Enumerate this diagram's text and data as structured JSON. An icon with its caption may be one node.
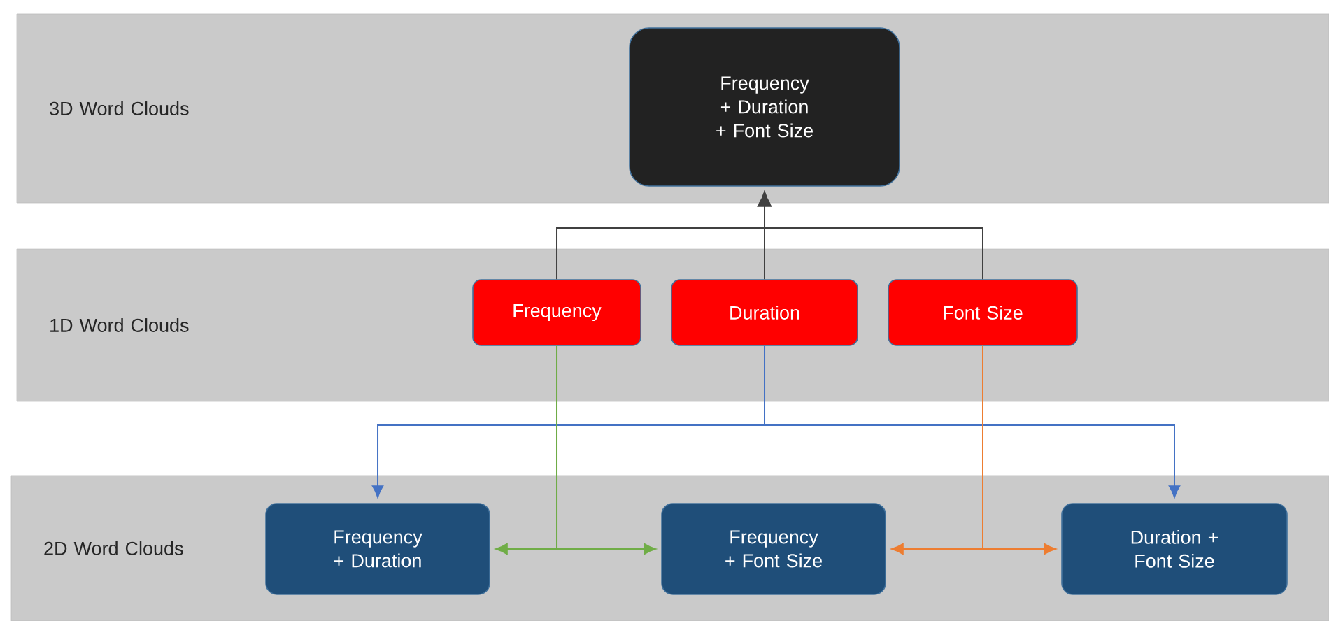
{
  "diagram": {
    "nodes": [
      {
        "text": [
          "3D Word Clouds"
        ]
      },
      {
        "text": [
          "Frequency + Duration + Font Size"
        ],
        "in": 0
      },
      {
        "text": [
          "1D Word Clouds"
        ]
      },
      {
        "text": [
          "Frequency"
        ],
        "in": 2
      },
      {
        "text": [
          "Duration"
        ],
        "in": 2
      },
      {
        "text": [
          "Font Size"
        ],
        "in": 2
      },
      {
        "text": [
          "2D Word Clouds"
        ]
      },
      {
        "text": [
          "Frequency + Duration"
        ],
        "in": 6
      },
      {
        "text": [
          "Frequency + Font Size"
        ],
        "in": 6
      },
      {
        "text": [
          "Duration + Font Size"
        ],
        "in": 6
      }
    ],
    "edges": [
      {
        "from": 3,
        "to": 1,
        "arrow": "to"
      },
      {
        "from": 4,
        "to": 1,
        "arrow": "to"
      },
      {
        "from": 5,
        "to": 1,
        "arrow": "to"
      },
      {
        "from": 4,
        "to": 7,
        "arrow": "to",
        "color": "#4472c4"
      },
      {
        "from": 4,
        "to": 9,
        "arrow": "to",
        "color": "#4472c4"
      },
      {
        "from": 3,
        "to": 7,
        "arrow": "to",
        "color": "#70ad47"
      },
      {
        "from": 3,
        "to": 8,
        "arrow": "to",
        "color": "#70ad47"
      },
      {
        "from": 5,
        "to": 8,
        "arrow": "to",
        "color": "#ed7d31"
      },
      {
        "from": 5,
        "to": 9,
        "arrow": "to",
        "color": "#ed7d31"
      }
    ]
  }
}
